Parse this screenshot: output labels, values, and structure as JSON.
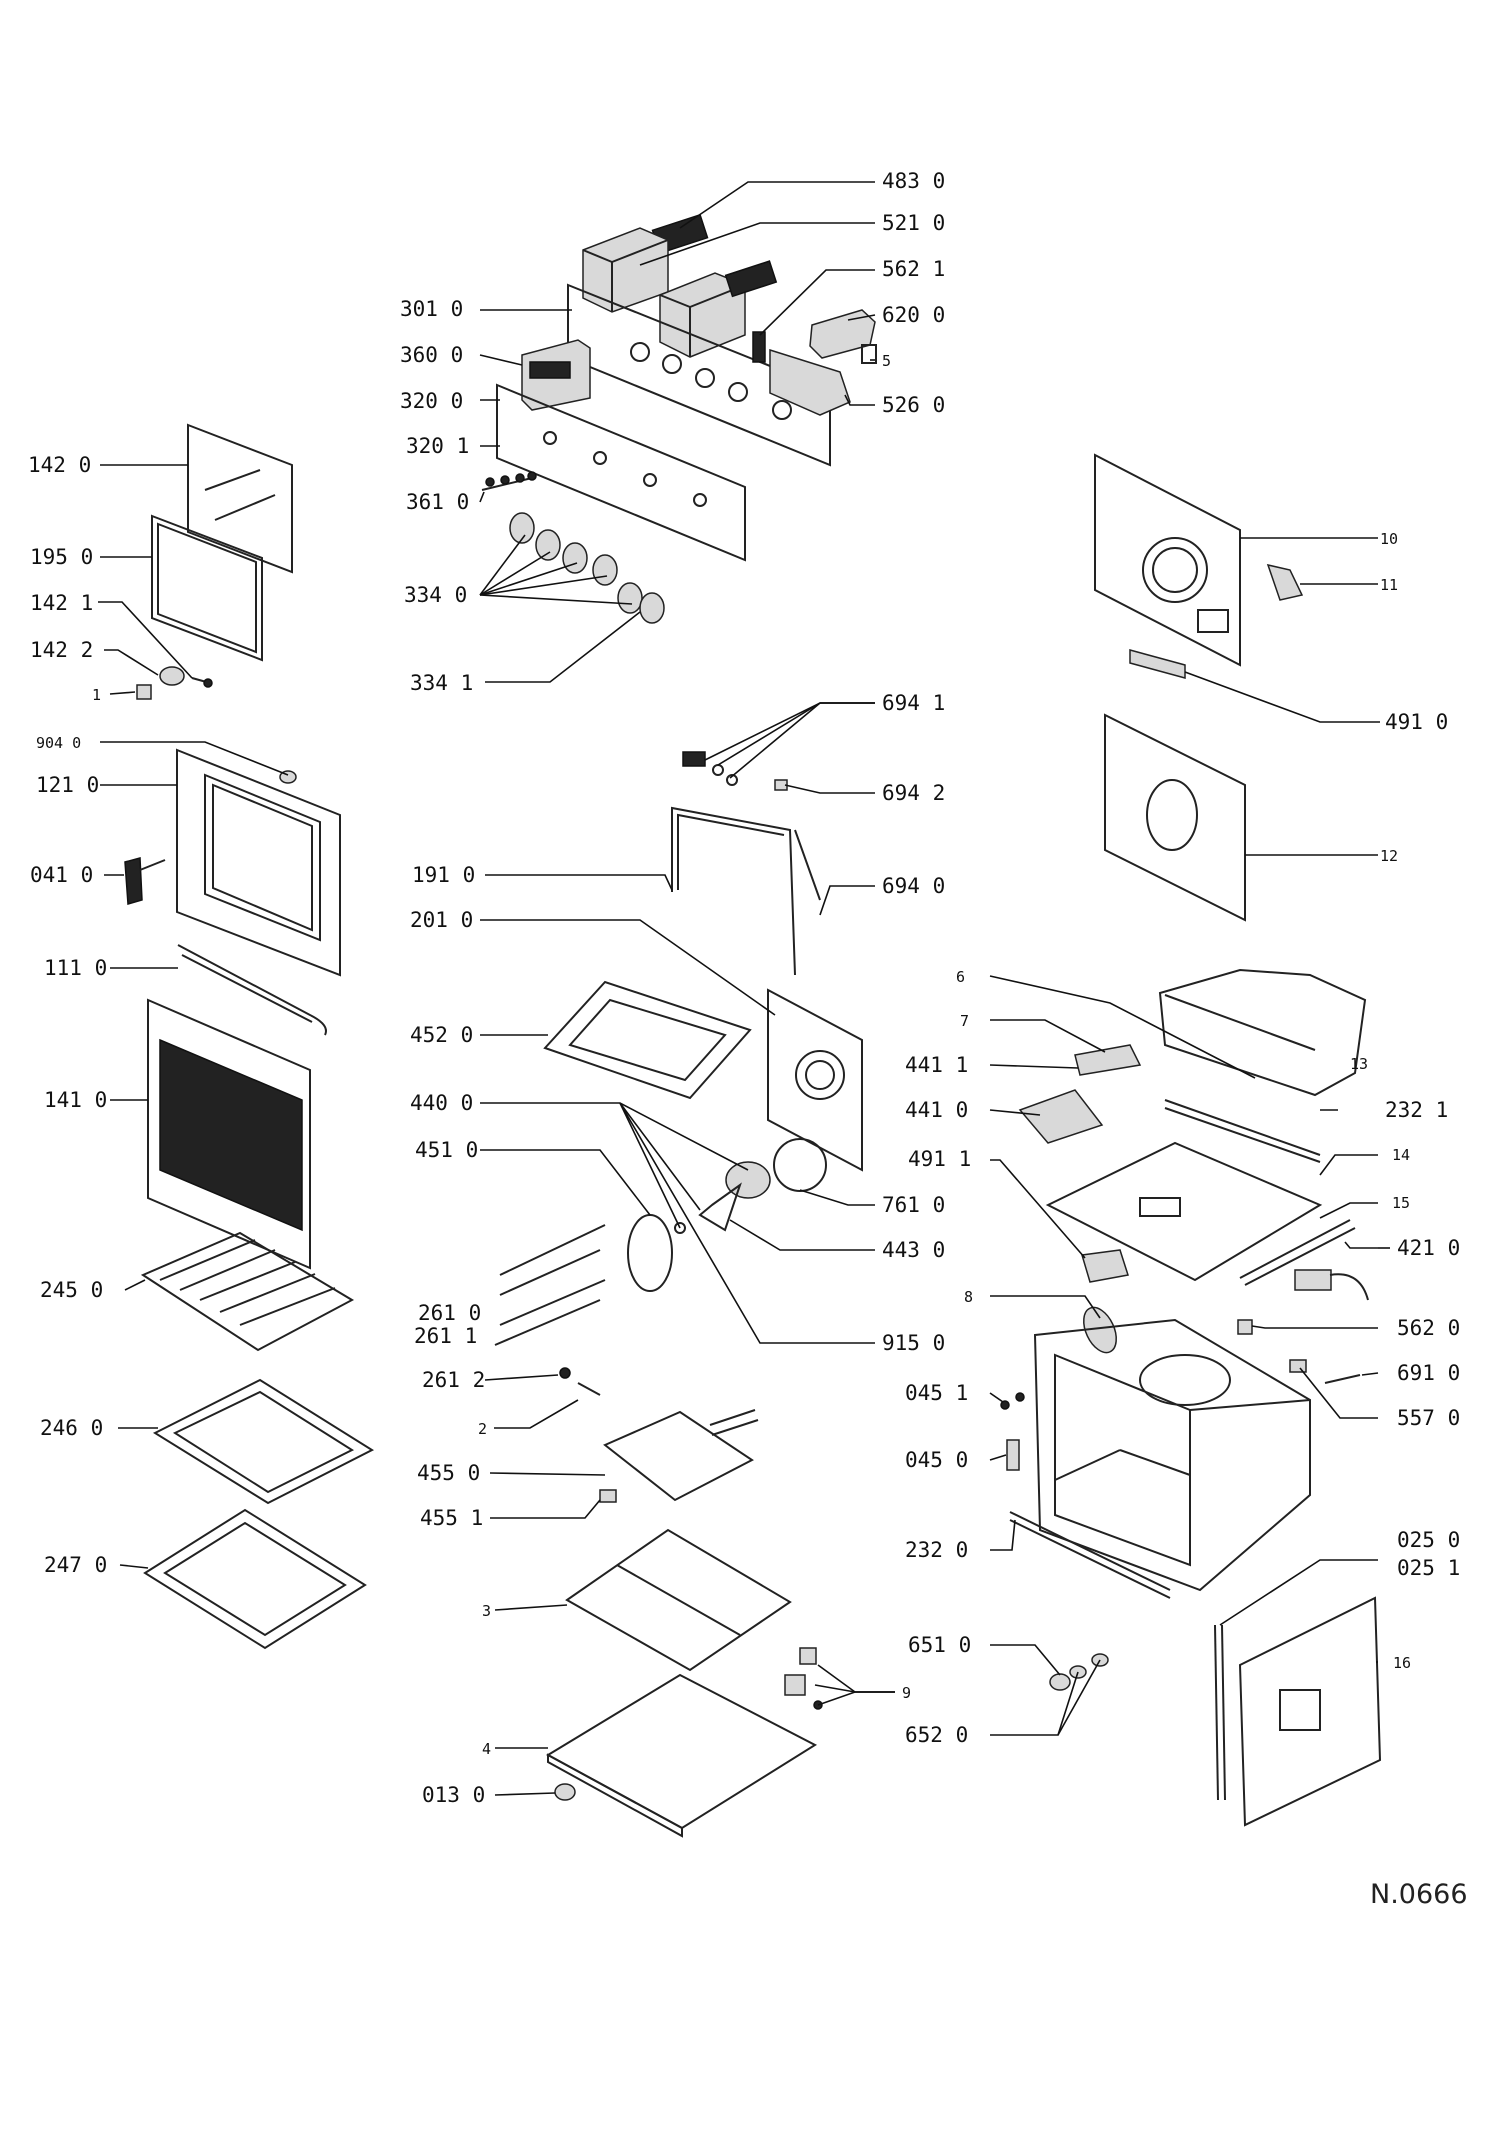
{
  "drawing_number": "N.0666",
  "callouts": [
    {
      "id": "c4830",
      "text": "483  0"
    },
    {
      "id": "c5210",
      "text": "521  0"
    },
    {
      "id": "c5621a",
      "text": "562  1"
    },
    {
      "id": "c6200",
      "text": "620  0"
    },
    {
      "id": "c5",
      "text": "5"
    },
    {
      "id": "c5260",
      "text": "526  0"
    },
    {
      "id": "c3010",
      "text": "301  0"
    },
    {
      "id": "c3600",
      "text": "360  0"
    },
    {
      "id": "c3200",
      "text": "320  0"
    },
    {
      "id": "c3201",
      "text": "320  1"
    },
    {
      "id": "c3610",
      "text": "361  0"
    },
    {
      "id": "c3340",
      "text": "334  0"
    },
    {
      "id": "c3341",
      "text": "334  1"
    },
    {
      "id": "c1420",
      "text": "142  0"
    },
    {
      "id": "c1950",
      "text": "195  0"
    },
    {
      "id": "c1421",
      "text": "142  1"
    },
    {
      "id": "c1422",
      "text": "142  2"
    },
    {
      "id": "c1",
      "text": "1"
    },
    {
      "id": "c9040",
      "text": "904  0"
    },
    {
      "id": "c1210",
      "text": "121  0"
    },
    {
      "id": "c0410",
      "text": "041  0"
    },
    {
      "id": "c1110",
      "text": "111  0"
    },
    {
      "id": "c1410",
      "text": "141  0"
    },
    {
      "id": "c2450",
      "text": "245  0"
    },
    {
      "id": "c2460",
      "text": "246  0"
    },
    {
      "id": "c2470",
      "text": "247  0"
    },
    {
      "id": "c10",
      "text": "10"
    },
    {
      "id": "c11",
      "text": "11"
    },
    {
      "id": "c4910",
      "text": "491  0"
    },
    {
      "id": "c12",
      "text": "12"
    },
    {
      "id": "c6941",
      "text": "694  1"
    },
    {
      "id": "c6942",
      "text": "694  2"
    },
    {
      "id": "c1910",
      "text": "191  0"
    },
    {
      "id": "c6940",
      "text": "694  0"
    },
    {
      "id": "c2010",
      "text": "201  0"
    },
    {
      "id": "c4520",
      "text": "452  0"
    },
    {
      "id": "c4400",
      "text": "440  0"
    },
    {
      "id": "c4510",
      "text": "451  0"
    },
    {
      "id": "c2610",
      "text": "261  0"
    },
    {
      "id": "c2611",
      "text": "261  1"
    },
    {
      "id": "c2612",
      "text": "261  2"
    },
    {
      "id": "c2",
      "text": "2"
    },
    {
      "id": "c4550",
      "text": "455  0"
    },
    {
      "id": "c4551",
      "text": "455  1"
    },
    {
      "id": "c3",
      "text": "3"
    },
    {
      "id": "c4",
      "text": "4"
    },
    {
      "id": "c0130",
      "text": "013  0"
    },
    {
      "id": "c6",
      "text": "6"
    },
    {
      "id": "c7",
      "text": "7"
    },
    {
      "id": "c4411",
      "text": "441  1"
    },
    {
      "id": "c4410",
      "text": "441  0"
    },
    {
      "id": "c4911",
      "text": "491  1"
    },
    {
      "id": "c7610",
      "text": "761  0"
    },
    {
      "id": "c4430",
      "text": "443  0"
    },
    {
      "id": "c9150",
      "text": "915  0"
    },
    {
      "id": "c13",
      "text": "13"
    },
    {
      "id": "c2321",
      "text": "232  1"
    },
    {
      "id": "c14",
      "text": "14"
    },
    {
      "id": "c15",
      "text": "15"
    },
    {
      "id": "c4210",
      "text": "421  0"
    },
    {
      "id": "c8",
      "text": "8"
    },
    {
      "id": "c5620",
      "text": "562  0"
    },
    {
      "id": "c6910",
      "text": "691  0"
    },
    {
      "id": "c5570",
      "text": "557  0"
    },
    {
      "id": "c0451",
      "text": "045  1"
    },
    {
      "id": "c0450",
      "text": "045  0"
    },
    {
      "id": "c2320",
      "text": "232  0"
    },
    {
      "id": "c0250",
      "text": "025  0"
    },
    {
      "id": "c0251",
      "text": "025  1"
    },
    {
      "id": "c16",
      "text": "16"
    },
    {
      "id": "c6510",
      "text": "651  0"
    },
    {
      "id": "c6520",
      "text": "652  0"
    },
    {
      "id": "c9",
      "text": "9"
    }
  ]
}
